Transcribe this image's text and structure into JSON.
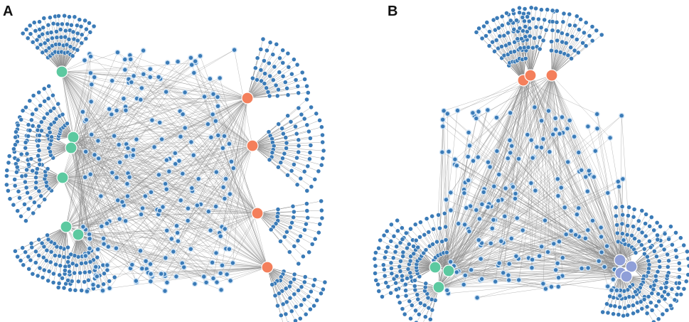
{
  "figure": {
    "panels": [
      {
        "id": "A",
        "label": "A",
        "hubs": [
          {
            "group": "green"
          },
          {
            "group": "green"
          },
          {
            "group": "green"
          },
          {
            "group": "green"
          },
          {
            "group": "green"
          },
          {
            "group": "green"
          },
          {
            "group": "orange"
          },
          {
            "group": "orange"
          },
          {
            "group": "orange"
          },
          {
            "group": "orange"
          }
        ]
      },
      {
        "id": "B",
        "label": "B",
        "hubs": [
          {
            "group": "orange"
          },
          {
            "group": "orange"
          },
          {
            "group": "orange"
          },
          {
            "group": "green"
          },
          {
            "group": "green"
          },
          {
            "group": "green"
          },
          {
            "group": "purple"
          },
          {
            "group": "purple"
          },
          {
            "group": "purple"
          },
          {
            "group": "purple"
          }
        ]
      }
    ],
    "colors": {
      "node": "#3b7bb7",
      "node_stroke": "#ffffff",
      "shared_node_fill": "#3b7bb7",
      "shared_node_ring": "#cfe3f5",
      "edge": "#8a8a8a",
      "green": "#5cc9a0",
      "orange": "#f47f5b",
      "purple": "#8f9fd8"
    }
  }
}
